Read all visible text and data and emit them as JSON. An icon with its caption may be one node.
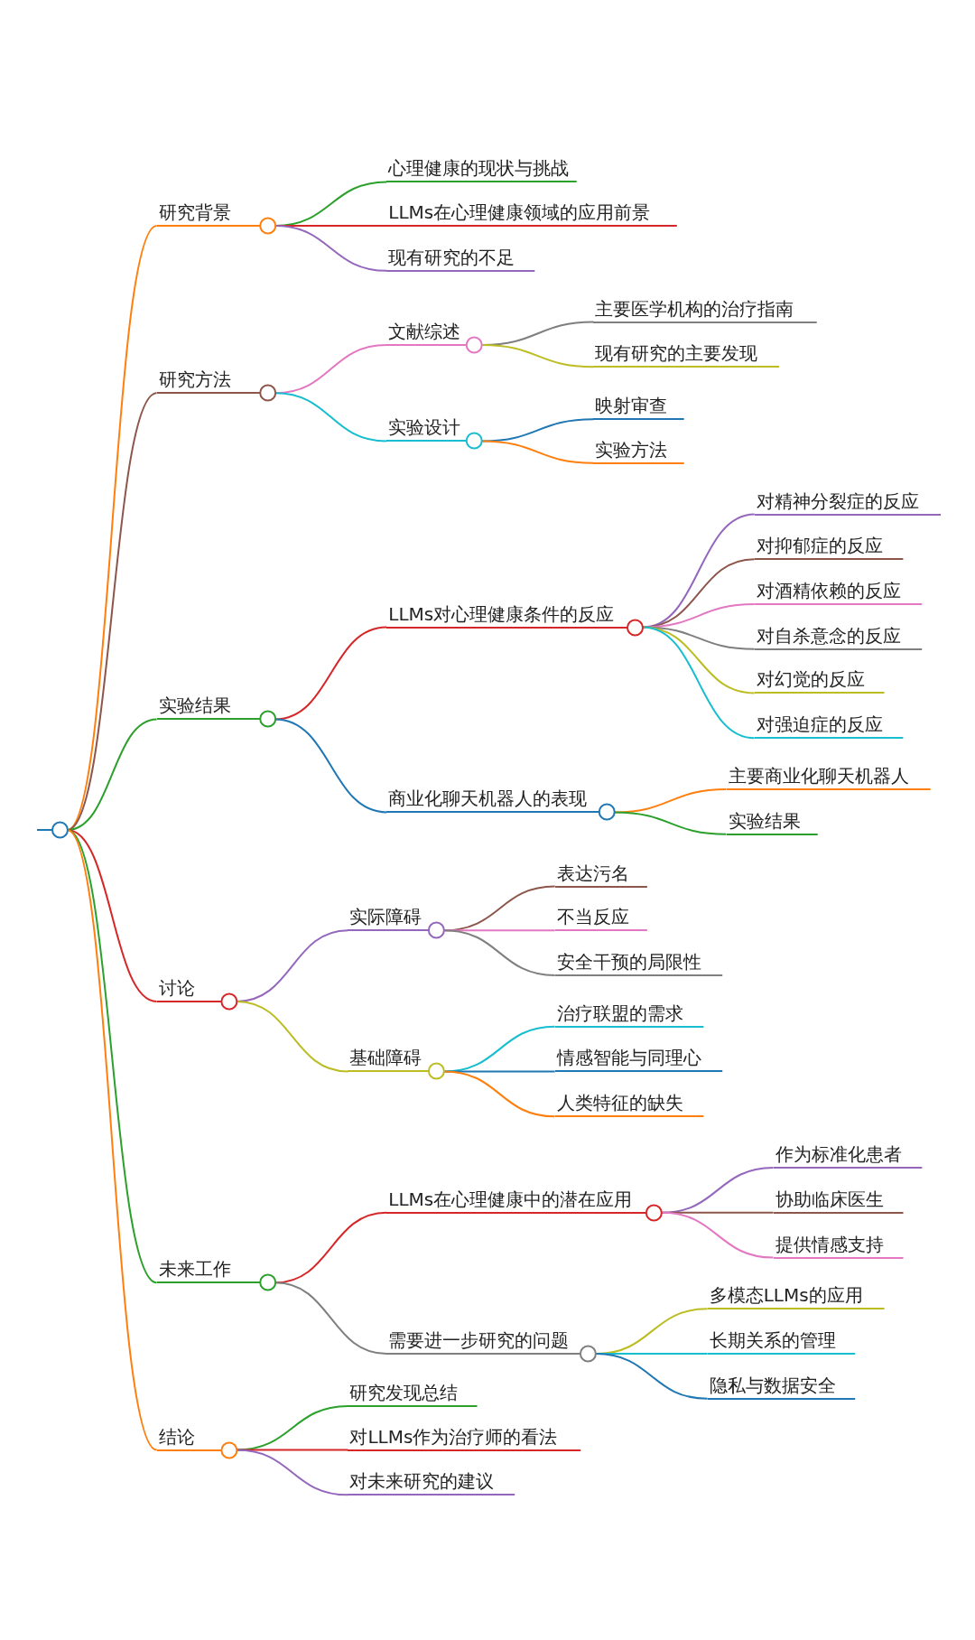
{
  "diagram": {
    "nodes": [
      {
        "text": [],
        "shape": "circle"
      },
      {
        "text": [
          "研究背景"
        ]
      },
      {
        "text": [
          "心理健康的现状与挑战"
        ]
      },
      {
        "text": [
          "LLMs在心理健康领域的应用前景"
        ]
      },
      {
        "text": [
          "现有研究的不足"
        ]
      },
      {
        "text": [
          "研究方法"
        ]
      },
      {
        "text": [
          "文献综述"
        ]
      },
      {
        "text": [
          "主要医学机构的治疗指南"
        ]
      },
      {
        "text": [
          "现有研究的主要发现"
        ]
      },
      {
        "text": [
          "实验设计"
        ]
      },
      {
        "text": [
          "映射审查"
        ]
      },
      {
        "text": [
          "实验方法"
        ]
      },
      {
        "text": [
          "实验结果"
        ]
      },
      {
        "text": [
          "LLMs对心理健康条件的反应"
        ]
      },
      {
        "text": [
          "对精神分裂症的反应"
        ]
      },
      {
        "text": [
          "对抑郁症的反应"
        ]
      },
      {
        "text": [
          "对酒精依赖的反应"
        ]
      },
      {
        "text": [
          "对自杀意念的反应"
        ]
      },
      {
        "text": [
          "对幻觉的反应"
        ]
      },
      {
        "text": [
          "对强迫症的反应"
        ]
      },
      {
        "text": [
          "商业化聊天机器人的表现"
        ]
      },
      {
        "text": [
          "主要商业化聊天机器人"
        ]
      },
      {
        "text": [
          "实验结果"
        ]
      },
      {
        "text": [
          "讨论"
        ]
      },
      {
        "text": [
          "实际障碍"
        ]
      },
      {
        "text": [
          "表达污名"
        ]
      },
      {
        "text": [
          "不当反应"
        ]
      },
      {
        "text": [
          "安全干预的局限性"
        ]
      },
      {
        "text": [
          "基础障碍"
        ]
      },
      {
        "text": [
          "治疗联盟的需求"
        ]
      },
      {
        "text": [
          "情感智能与同理心"
        ]
      },
      {
        "text": [
          "人类特征的缺失"
        ]
      },
      {
        "text": [
          "未来工作"
        ]
      },
      {
        "text": [
          "LLMs在心理健康中的潜在应用"
        ]
      },
      {
        "text": [
          "作为标准化患者"
        ]
      },
      {
        "text": [
          "协助临床医生"
        ]
      },
      {
        "text": [
          "提供情感支持"
        ]
      },
      {
        "text": [
          "需要进一步研究的问题"
        ]
      },
      {
        "text": [
          "多模态LLMs的应用"
        ]
      },
      {
        "text": [
          "长期关系的管理"
        ]
      },
      {
        "text": [
          "隐私与数据安全"
        ]
      },
      {
        "text": [
          "结论"
        ]
      },
      {
        "text": [
          "研究发现总结"
        ]
      },
      {
        "text": [
          "对LLMs作为治疗师的看法"
        ]
      },
      {
        "text": [
          "对未来研究的建议"
        ]
      }
    ],
    "edges": [
      {
        "from": 0,
        "to": 1,
        "arrow": "none",
        "color": "#ff7f0e"
      },
      {
        "from": 1,
        "to": 2,
        "arrow": "none",
        "color": "#2ca02c"
      },
      {
        "from": 1,
        "to": 3,
        "arrow": "none",
        "color": "#d62728"
      },
      {
        "from": 1,
        "to": 4,
        "arrow": "none",
        "color": "#9467bd"
      },
      {
        "from": 0,
        "to": 5,
        "arrow": "none",
        "color": "#8c564b"
      },
      {
        "from": 5,
        "to": 6,
        "arrow": "none",
        "color": "#e377c2"
      },
      {
        "from": 6,
        "to": 7,
        "arrow": "none",
        "color": "#7f7f7f"
      },
      {
        "from": 6,
        "to": 8,
        "arrow": "none",
        "color": "#bcbd22"
      },
      {
        "from": 5,
        "to": 9,
        "arrow": "none",
        "color": "#17becf"
      },
      {
        "from": 9,
        "to": 10,
        "arrow": "none",
        "color": "#1f77b4"
      },
      {
        "from": 9,
        "to": 11,
        "arrow": "none",
        "color": "#ff7f0e"
      },
      {
        "from": 0,
        "to": 12,
        "arrow": "none",
        "color": "#2ca02c"
      },
      {
        "from": 12,
        "to": 13,
        "arrow": "none",
        "color": "#d62728"
      },
      {
        "from": 13,
        "to": 14,
        "arrow": "none",
        "color": "#9467bd"
      },
      {
        "from": 13,
        "to": 15,
        "arrow": "none",
        "color": "#8c564b"
      },
      {
        "from": 13,
        "to": 16,
        "arrow": "none",
        "color": "#e377c2"
      },
      {
        "from": 13,
        "to": 17,
        "arrow": "none",
        "color": "#7f7f7f"
      },
      {
        "from": 13,
        "to": 18,
        "arrow": "none",
        "color": "#bcbd22"
      },
      {
        "from": 13,
        "to": 19,
        "arrow": "none",
        "color": "#17becf"
      },
      {
        "from": 12,
        "to": 20,
        "arrow": "none",
        "color": "#1f77b4"
      },
      {
        "from": 20,
        "to": 21,
        "arrow": "none",
        "color": "#ff7f0e"
      },
      {
        "from": 20,
        "to": 22,
        "arrow": "none",
        "color": "#2ca02c"
      },
      {
        "from": 0,
        "to": 23,
        "arrow": "none",
        "color": "#d62728"
      },
      {
        "from": 23,
        "to": 24,
        "arrow": "none",
        "color": "#9467bd"
      },
      {
        "from": 24,
        "to": 25,
        "arrow": "none",
        "color": "#8c564b"
      },
      {
        "from": 24,
        "to": 26,
        "arrow": "none",
        "color": "#e377c2"
      },
      {
        "from": 24,
        "to": 27,
        "arrow": "none",
        "color": "#7f7f7f"
      },
      {
        "from": 23,
        "to": 28,
        "arrow": "none",
        "color": "#bcbd22"
      },
      {
        "from": 28,
        "to": 29,
        "arrow": "none",
        "color": "#17becf"
      },
      {
        "from": 28,
        "to": 30,
        "arrow": "none",
        "color": "#1f77b4"
      },
      {
        "from": 28,
        "to": 31,
        "arrow": "none",
        "color": "#ff7f0e"
      },
      {
        "from": 0,
        "to": 32,
        "arrow": "none",
        "color": "#2ca02c"
      },
      {
        "from": 32,
        "to": 33,
        "arrow": "none",
        "color": "#d62728"
      },
      {
        "from": 33,
        "to": 34,
        "arrow": "none",
        "color": "#9467bd"
      },
      {
        "from": 33,
        "to": 35,
        "arrow": "none",
        "color": "#8c564b"
      },
      {
        "from": 33,
        "to": 36,
        "arrow": "none",
        "color": "#e377c2"
      },
      {
        "from": 32,
        "to": 37,
        "arrow": "none",
        "color": "#7f7f7f"
      },
      {
        "from": 37,
        "to": 38,
        "arrow": "none",
        "color": "#bcbd22"
      },
      {
        "from": 37,
        "to": 39,
        "arrow": "none",
        "color": "#17becf"
      },
      {
        "from": 37,
        "to": 40,
        "arrow": "none",
        "color": "#1f77b4"
      },
      {
        "from": 0,
        "to": 41,
        "arrow": "none",
        "color": "#ff7f0e"
      },
      {
        "from": 41,
        "to": 42,
        "arrow": "none",
        "color": "#2ca02c"
      },
      {
        "from": 41,
        "to": 43,
        "arrow": "none",
        "color": "#d62728"
      },
      {
        "from": 41,
        "to": 44,
        "arrow": "none",
        "color": "#9467bd"
      }
    ]
  }
}
